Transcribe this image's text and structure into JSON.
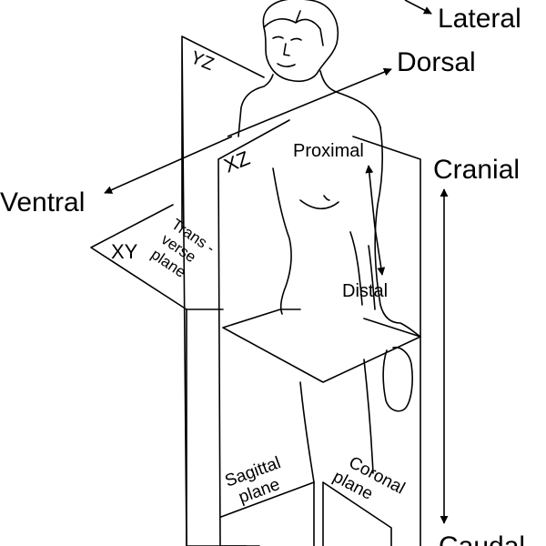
{
  "directions": {
    "lateral": "Lateral",
    "dorsal": "Dorsal",
    "ventral": "Ventral",
    "cranial": "Cranial",
    "caudal": "Caudal",
    "proximal": "Proximal",
    "distal": "Distal"
  },
  "planes": {
    "yz": "YZ",
    "xz": "XZ",
    "xy": "XY",
    "transverse": [
      "Trans -",
      "verse",
      "plane"
    ],
    "sagittal": [
      "Sagittal",
      "plane"
    ],
    "coronal": [
      "Coronal",
      "plane"
    ]
  }
}
